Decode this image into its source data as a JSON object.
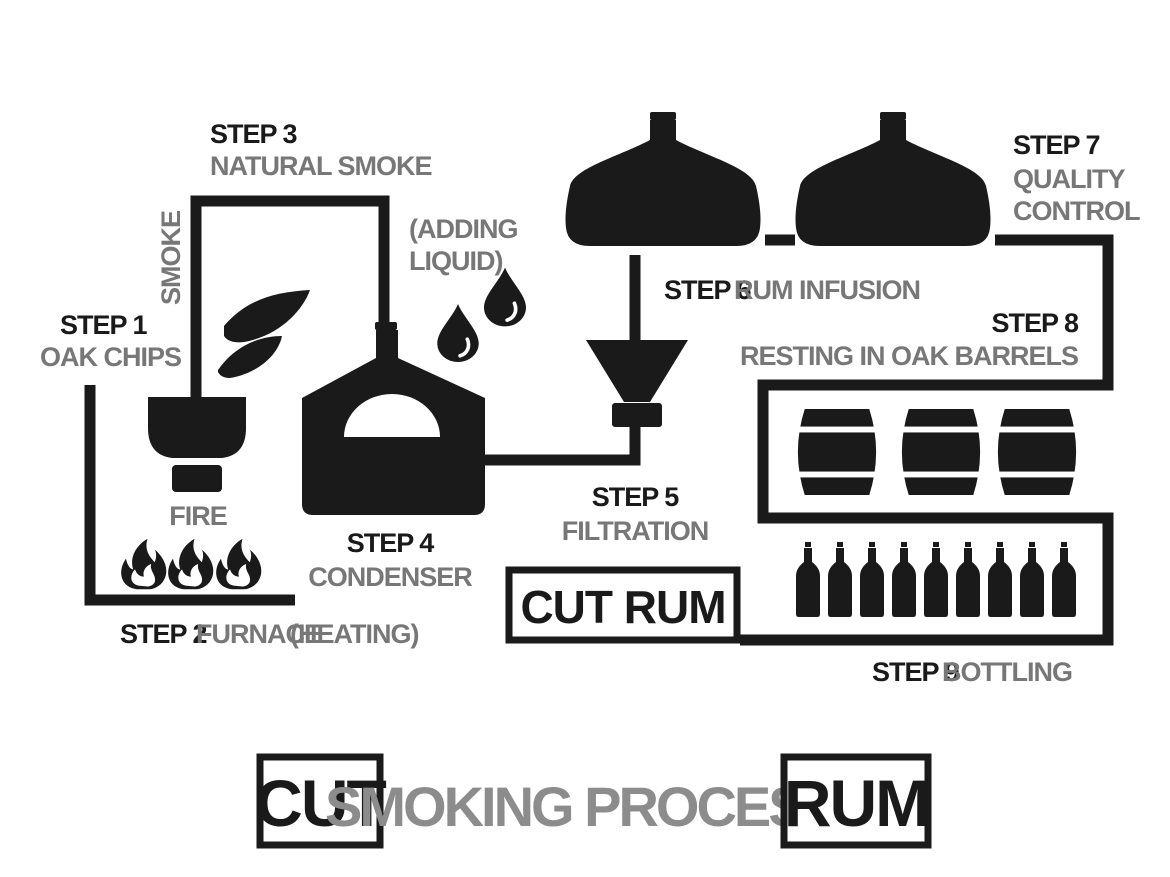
{
  "colors": {
    "ink": "#1a1a1a",
    "grey": "#777777",
    "background": "#ffffff"
  },
  "steps": {
    "step1": {
      "num": "STEP 1",
      "name": "OAK CHIPS"
    },
    "step2": {
      "num": "STEP 2",
      "name": "FURNACE",
      "note": "(HEATING)"
    },
    "step3": {
      "num": "STEP 3",
      "name": "NATURAL SMOKE"
    },
    "step4": {
      "num": "STEP 4",
      "name": "CONDENSER"
    },
    "step5": {
      "num": "STEP 5",
      "name": "FILTRATION"
    },
    "step6": {
      "num": "STEP 6",
      "name": "RUM INFUSION"
    },
    "step7": {
      "num": "STEP 7",
      "name_line1": "QUALITY",
      "name_line2": "CONTROL"
    },
    "step8": {
      "num": "STEP 8",
      "name": "RESTING IN OAK BARRELS"
    },
    "step9": {
      "num": "STEP 9",
      "name": "BOTTLING"
    }
  },
  "labels": {
    "smoke": "SMOKE",
    "fire": "FIRE",
    "adding_line1": "(ADDING",
    "adding_line2": "LIQUID)",
    "cut_rum": "CUT RUM"
  },
  "footer": {
    "left": "CUT",
    "middle": "SMOKING PROCESS",
    "right": "RUM"
  },
  "icons": [
    "flame-icon",
    "smoke-icon",
    "droplet-icon",
    "furnace-hopper-icon",
    "condenser-still-icon",
    "filter-funnel-icon",
    "tank-icon",
    "barrel-icon",
    "bottle-icon"
  ]
}
